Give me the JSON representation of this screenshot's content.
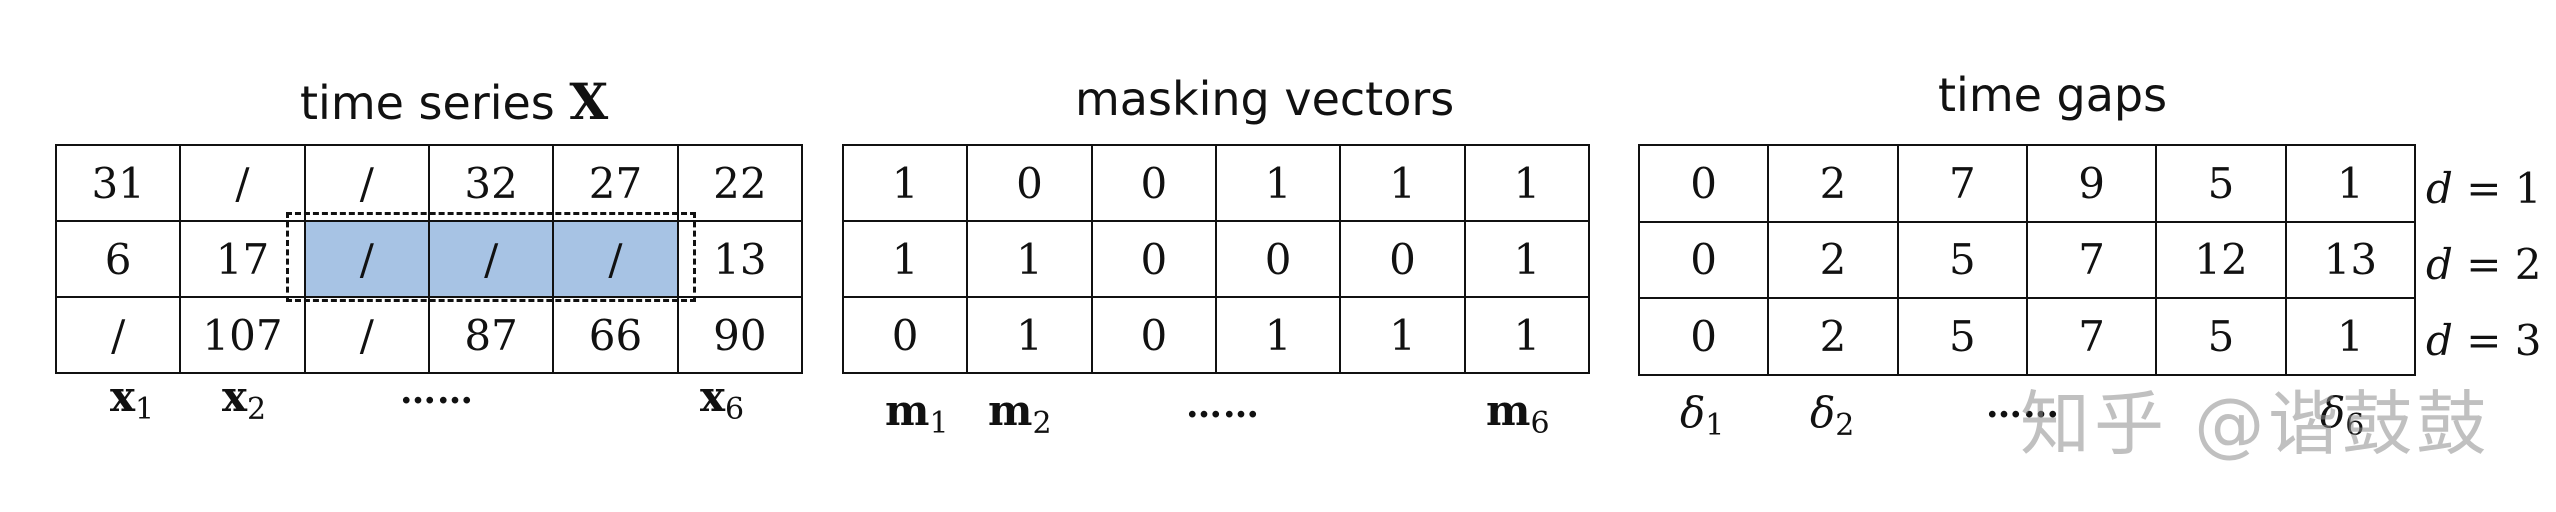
{
  "panels": {
    "time_series": {
      "title_text": "time series ",
      "title_math": "X",
      "rows": [
        [
          "31",
          "/",
          "/",
          "32",
          "27",
          "22"
        ],
        [
          "6",
          "17",
          "/",
          "/",
          "/",
          "13"
        ],
        [
          "/",
          "107",
          "/",
          "87",
          "66",
          "90"
        ]
      ],
      "labels": {
        "x1": "x",
        "x1_sub": "1",
        "x2": "x",
        "x2_sub": "2",
        "dots": "……",
        "x6": "x",
        "x6_sub": "6"
      }
    },
    "masking": {
      "title_text": "masking vectors",
      "rows": [
        [
          "1",
          "0",
          "0",
          "1",
          "1",
          "1"
        ],
        [
          "1",
          "1",
          "0",
          "0",
          "0",
          "1"
        ],
        [
          "0",
          "1",
          "0",
          "1",
          "1",
          "1"
        ]
      ],
      "labels": {
        "m1": "m",
        "m1_sub": "1",
        "m2": "m",
        "m2_sub": "2",
        "dots": "……",
        "m6": "m",
        "m6_sub": "6"
      }
    },
    "time_gaps": {
      "title_text": "time gaps",
      "rows": [
        [
          "0",
          "2",
          "7",
          "9",
          "5",
          "1"
        ],
        [
          "0",
          "2",
          "5",
          "7",
          "12",
          "13"
        ],
        [
          "0",
          "2",
          "5",
          "7",
          "5",
          "1"
        ]
      ],
      "labels": {
        "d1": "δ",
        "d1_sub": "1",
        "d2": "δ",
        "d2_sub": "2",
        "dots": "……",
        "d6": "δ",
        "d6_sub": "6"
      },
      "row_labels": [
        {
          "var": "d",
          "eq": " = 1"
        },
        {
          "var": "d",
          "eq": " = 2"
        },
        {
          "var": "d",
          "eq": " = 3"
        }
      ]
    }
  },
  "highlight_color": "#a7c3e4",
  "watermark": "知乎 @谐鼓鼓"
}
